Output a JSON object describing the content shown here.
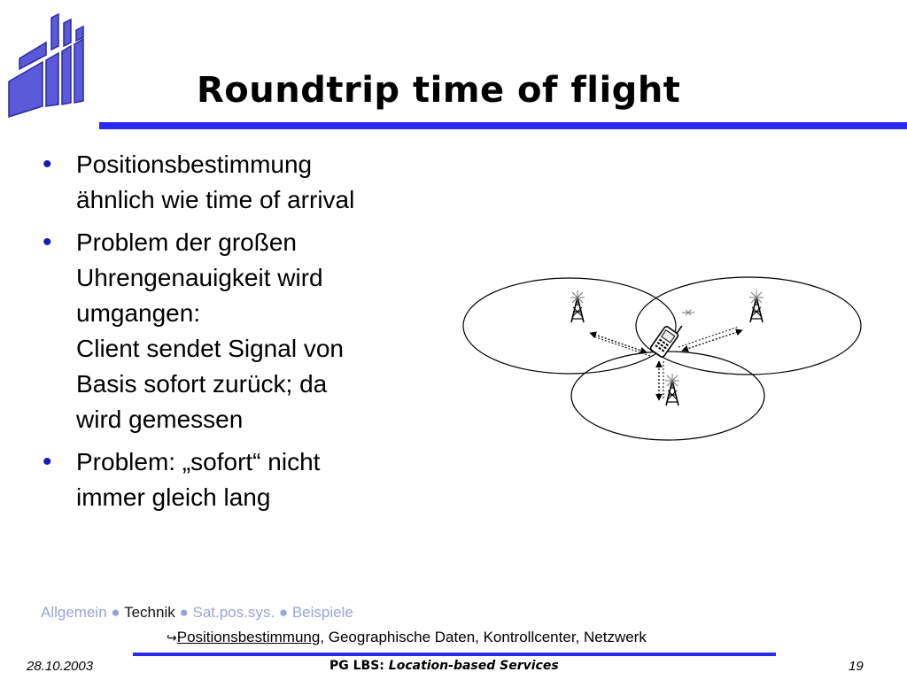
{
  "title": "Roundtrip time of flight",
  "bullets": [
    "Positionsbestimmung\nähnlich wie time of arrival",
    "Problem der großen\nUhrengenauigkeit wird\numgangen:\nClient sendet Signal von\nBasis sofort zurück; da\nwird gemessen",
    "Problem: „sofort“ nicht\nimmer gleich lang"
  ],
  "bullet_symbol": "•",
  "nav": {
    "items": [
      "Allgemein",
      "Technik",
      "Sat.pos.sys.",
      "Beispiele"
    ],
    "active": "Technik",
    "separator": "●"
  },
  "subnav": {
    "arrow": "↪",
    "current": "Positionsbestimmung",
    "rest": ", Geographische Daten, Kontrollcenter, Netzwerk"
  },
  "footer": {
    "date": "28.10.2003",
    "label_bold": "PG LBS:",
    "label_italic": "Location-based Services",
    "page": "19"
  },
  "icons": {
    "logo": "university-logo-icon",
    "tower": "radio-tower-icon",
    "phone": "mobile-phone-icon"
  },
  "colors": {
    "accent": "#2a2af0",
    "logo": "#3333cc",
    "nav_inactive": "#9aa4d8"
  }
}
